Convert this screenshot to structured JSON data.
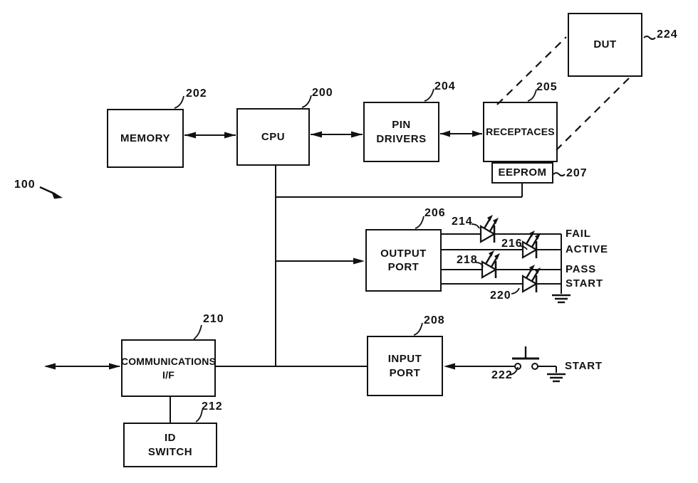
{
  "figure": {
    "system_ref": "100",
    "colors": {
      "ink": "#111111",
      "paper": "#ffffff"
    },
    "blocks": {
      "memory": {
        "label": "MEMORY",
        "ref": "202"
      },
      "cpu": {
        "label": "CPU",
        "ref": "200"
      },
      "pin_drivers": {
        "label_line1": "PIN",
        "label_line2": "DRIVERS",
        "ref": "204"
      },
      "receptaces": {
        "label": "RECEPTACES",
        "ref": "205"
      },
      "eeprom": {
        "label": "EEPROM",
        "ref": "207"
      },
      "dut": {
        "label": "DUT",
        "ref": "224"
      },
      "output_port": {
        "label_line1": "OUTPUT",
        "label_line2": "PORT",
        "ref": "206"
      },
      "input_port": {
        "label_line1": "INPUT",
        "label_line2": "PORT",
        "ref": "208"
      },
      "communications_if": {
        "label_line1": "COMMUNICATIONS",
        "label_line2": "I/F",
        "ref": "210"
      },
      "id_switch": {
        "label_line1": "ID",
        "label_line2": "SWITCH",
        "ref": "212"
      }
    },
    "leds": [
      {
        "ref": "214",
        "signal": "FAIL"
      },
      {
        "ref": "216",
        "signal": "ACTIVE"
      },
      {
        "ref": "218",
        "signal": "PASS"
      },
      {
        "ref": "220",
        "signal": "START"
      }
    ],
    "start_switch": {
      "ref": "222",
      "signal": "START"
    }
  }
}
